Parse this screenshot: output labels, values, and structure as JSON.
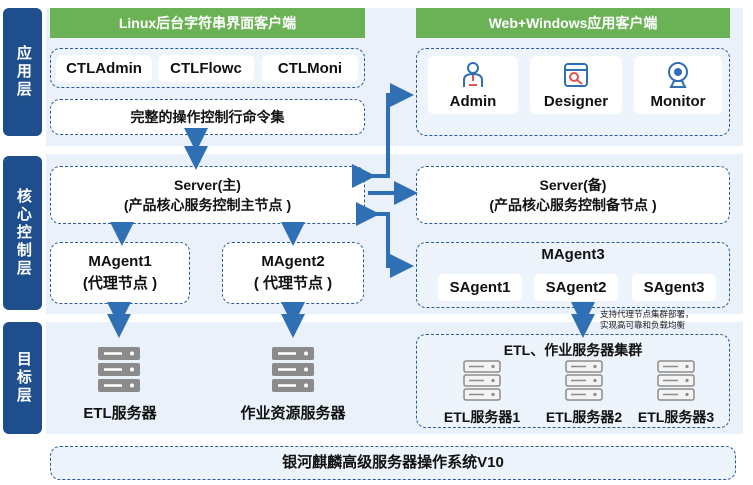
{
  "layers": {
    "app": "应用层",
    "core": "核心控制层",
    "target": "目标层"
  },
  "linux_client": {
    "title": "Linux后台字符串界面客户端",
    "tools": [
      "CTLAdmin",
      "CTLFlowc",
      "CTLMoni"
    ],
    "command_set": "完整的操作控制行命令集"
  },
  "web_client": {
    "title": "Web+Windows应用客户端",
    "apps": [
      {
        "label": "Admin",
        "icon": "admin-user-icon"
      },
      {
        "label": "Designer",
        "icon": "designer-icon"
      },
      {
        "label": "Monitor",
        "icon": "monitor-webcam-icon"
      }
    ]
  },
  "server_main": {
    "title": "Server(主)",
    "subtitle": "(产品核心服务控制主节点 )"
  },
  "server_backup": {
    "title": "Server(备)",
    "subtitle": "(产品核心服务控制备节点 )"
  },
  "magent1": {
    "title": "MAgent1",
    "subtitle": "(代理节点 )"
  },
  "magent2": {
    "title": "MAgent2",
    "subtitle": "( 代理节点 )"
  },
  "magent3": {
    "title": "MAgent3",
    "sagents": [
      "SAgent1",
      "SAgent2",
      "SAgent3"
    ],
    "note_line1": "支持代理节点集群部署，",
    "note_line2": "实现高可靠和负载均衡"
  },
  "servers": {
    "etl": "ETL服务器",
    "job_resource": "作业资源服务器",
    "cluster_title": "ETL、作业服务器集群",
    "cluster": [
      "ETL服务器1",
      "ETL服务器2",
      "ETL服务器3"
    ]
  },
  "os_bar": "银河麒麟高级服务器操作系统V10",
  "colors": {
    "layer_label": "#1f4e8c",
    "green_header": "#6ab255",
    "band": "#eaf1fa",
    "arrow": "#2f6fb3",
    "dash_border": "#2a5a96"
  }
}
